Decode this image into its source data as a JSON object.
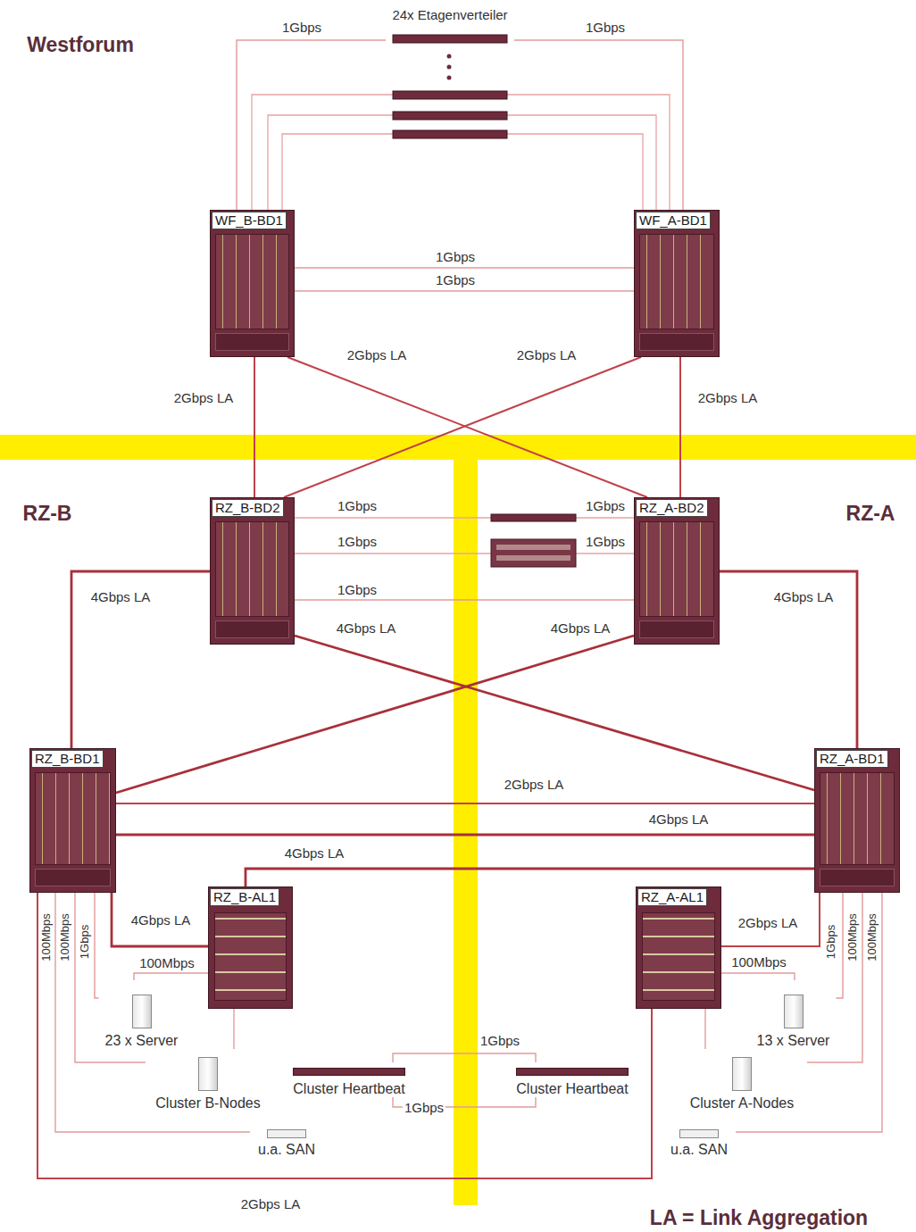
{
  "diagram": {
    "nodes": [
      {
        "text": [
          "24x Etagenverteiler"
        ]
      },
      {
        "text": [
          "WF_B-BD1"
        ]
      },
      {
        "text": [
          "WF_A-BD1"
        ]
      },
      {
        "text": [
          "RZ_B-BD2"
        ]
      },
      {
        "text": [
          "RZ_A-BD2"
        ]
      },
      {
        "text": [
          "RZ_B-BD1"
        ]
      },
      {
        "text": [
          "RZ_A-BD1"
        ]
      },
      {
        "text": [
          "RZ_B-AL1"
        ]
      },
      {
        "text": [
          "RZ_A-AL1"
        ]
      },
      {
        "text": [
          "23 x Server"
        ]
      },
      {
        "text": [
          "Cluster B-Nodes"
        ]
      },
      {
        "text": [
          "u.a. SAN"
        ]
      },
      {
        "text": [
          "Cluster Heartbeat"
        ]
      },
      {
        "text": [
          "Cluster Heartbeat"
        ]
      },
      {
        "text": [
          "13 x Server"
        ]
      },
      {
        "text": [
          "Cluster A-Nodes"
        ]
      },
      {
        "text": [
          "u.a. SAN"
        ]
      }
    ],
    "edges": [
      {
        "from": 0,
        "to": 1,
        "label": "1Gbps",
        "arrow": "none"
      },
      {
        "from": 0,
        "to": 2,
        "label": "1Gbps",
        "arrow": "none"
      },
      {
        "from": 1,
        "to": 2,
        "label": "1Gbps",
        "arrow": "none"
      },
      {
        "from": 1,
        "to": 2,
        "label": "1Gbps",
        "arrow": "none"
      },
      {
        "from": 1,
        "to": 3,
        "label": "2Gbps LA",
        "arrow": "none"
      },
      {
        "from": 1,
        "to": 4,
        "label": "2Gbps LA",
        "arrow": "none"
      },
      {
        "from": 2,
        "to": 3,
        "label": "2Gbps LA",
        "arrow": "none"
      },
      {
        "from": 2,
        "to": 4,
        "label": "2Gbps LA",
        "arrow": "none"
      },
      {
        "from": 3,
        "to": 4,
        "label": "1Gbps",
        "arrow": "none"
      },
      {
        "from": 3,
        "to": 5,
        "label": "4Gbps LA",
        "arrow": "none"
      },
      {
        "from": 4,
        "to": 6,
        "label": "4Gbps LA",
        "arrow": "none"
      },
      {
        "from": 3,
        "to": 6,
        "label": "4Gbps LA",
        "arrow": "none"
      },
      {
        "from": 4,
        "to": 5,
        "label": "4Gbps LA",
        "arrow": "none"
      },
      {
        "from": 5,
        "to": 6,
        "label": "2Gbps LA",
        "arrow": "none"
      },
      {
        "from": 5,
        "to": 6,
        "label": "4Gbps LA",
        "arrow": "none"
      },
      {
        "from": 6,
        "to": 7,
        "label": "4Gbps LA",
        "arrow": "none"
      },
      {
        "from": 5,
        "to": 7,
        "label": "4Gbps LA",
        "arrow": "none"
      },
      {
        "from": 8,
        "to": 6,
        "label": "2Gbps LA",
        "arrow": "none"
      },
      {
        "from": 5,
        "to": 8,
        "label": "2Gbps LA",
        "arrow": "none"
      },
      {
        "from": 5,
        "to": 9,
        "label": "1Gbps",
        "arrow": "none"
      },
      {
        "from": 5,
        "to": 10,
        "label": "100Mbps",
        "arrow": "none"
      },
      {
        "from": 5,
        "to": 11,
        "label": "100Mbps",
        "arrow": "none"
      },
      {
        "from": 7,
        "to": 9,
        "label": "100Mbps",
        "arrow": "none"
      },
      {
        "from": 7,
        "to": 10,
        "arrow": "none"
      },
      {
        "from": 6,
        "to": 14,
        "label": "1Gbps",
        "arrow": "none"
      },
      {
        "from": 6,
        "to": 15,
        "label": "100Mbps",
        "arrow": "none"
      },
      {
        "from": 6,
        "to": 16,
        "label": "100Mbps",
        "arrow": "none"
      },
      {
        "from": 8,
        "to": 14,
        "label": "100Mbps",
        "arrow": "none"
      },
      {
        "from": 8,
        "to": 15,
        "arrow": "none"
      },
      {
        "from": 12,
        "to": 13,
        "label": "1Gbps",
        "arrow": "none"
      },
      {
        "from": 12,
        "to": 13,
        "label": "1Gbps",
        "arrow": "none"
      }
    ],
    "labels": [
      "Westforum",
      "RZ-B",
      "RZ-A",
      "1Gbps",
      "1Gbps",
      "1Gbps",
      "1Gbps",
      "LA = Link Aggregation"
    ]
  }
}
